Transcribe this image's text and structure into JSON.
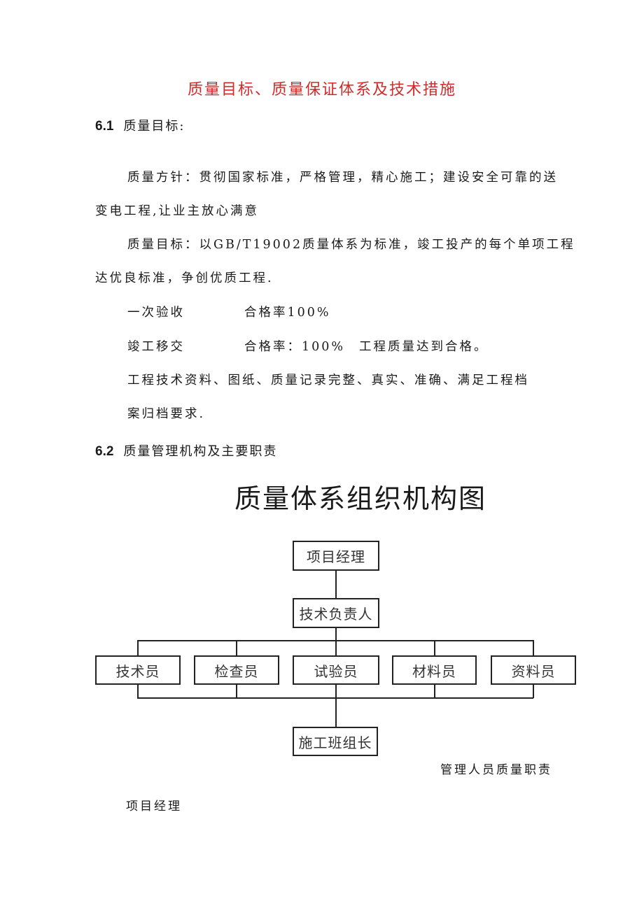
{
  "document": {
    "title": "质量目标、质量保证体系及技术措施",
    "title_color": "#d42a2a",
    "section_6_1": {
      "number": "6.1",
      "heading": "质量目标:",
      "policy_line1": "质量方针：贯彻国家标准，严格管理，精心施工；建设安全可靠的送",
      "policy_line2": "变电工程,让业主放心满意",
      "goal_line1": "质量目标：以GB/T19002质量体系为标准，竣工投产的每个单项工程",
      "goal_line2": "达优良标准，争创优质工程.",
      "targets": [
        {
          "item": "一次验收",
          "value": "合格率100%",
          "note": ""
        },
        {
          "item": "竣工移交",
          "value": "合格率：100%",
          "note": "工程质量达到合格。"
        }
      ],
      "records_line1": "工程技术资料、图纸、质量记录完整、真实、准确、满足工程档",
      "records_line2": "案归档要求."
    },
    "section_6_2": {
      "number": "6.2",
      "heading": "质量管理机构及主要职责"
    }
  },
  "org_chart": {
    "title": "质量体系组织机构图",
    "top": "项目经理",
    "second": "技术负责人",
    "staff": [
      "技术员",
      "检查员",
      "试验员",
      "材料员",
      "资料员"
    ],
    "bottom": "施工班组长"
  },
  "footer": {
    "caption": "管理人员质量职责",
    "subheading": "项目经理"
  }
}
